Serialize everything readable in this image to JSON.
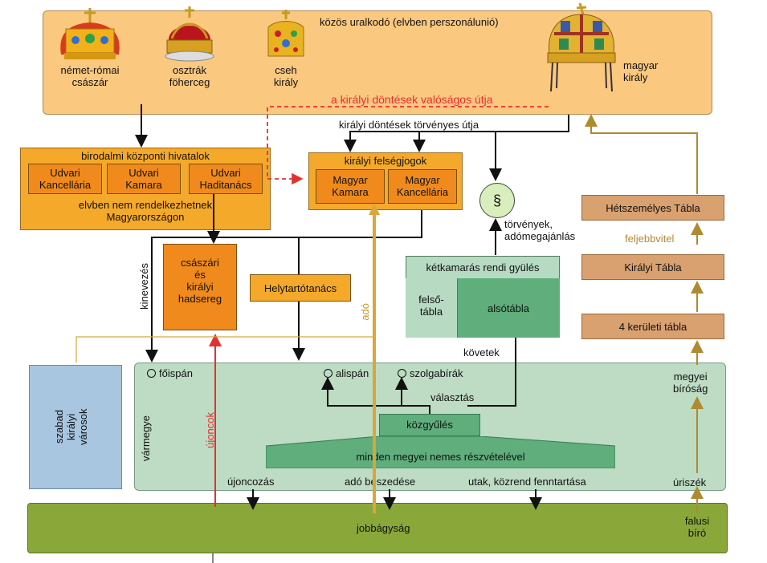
{
  "colors": {
    "top_panel": "#fbc880",
    "orange_box": "#f5a92a",
    "dark_orange": "#f08a1c",
    "county_panel": "#bddcc3",
    "peasant_bar": "#8aa83a",
    "red_arrow": "#e53030",
    "gold_arrow": "#d8a63a",
    "city_box": "#a8c6e0"
  },
  "top": {
    "common_ruler": "közös uralkodó (elvben perszonálunió)",
    "crown1": {
      "icon": "imperial-crown-icon",
      "label": "német-római\ncsászár"
    },
    "crown2": {
      "icon": "archducal-hat-icon",
      "label": "osztrák\nföherceg"
    },
    "crown3": {
      "icon": "bohemian-crown-icon",
      "label": "cseh\nkirály"
    },
    "crown4": {
      "icon": "holy-crown-icon",
      "label": "magyar\nkirály"
    },
    "real_path": "a királyi döntések valóságos útja",
    "legal_path": "királyi döntések törvényes útja"
  },
  "imperial": {
    "title": "birodalmi központi hivatalok",
    "offices": [
      "Udvari\nKancellária",
      "Udvari\nKamara",
      "Udvari\nHaditanács"
    ],
    "note": "elvben nem rendelkezhetnek\nMagyarországon"
  },
  "royal": {
    "title": "királyi felségjogok",
    "offices": [
      "Magyar\nKamara",
      "Magyar\nKancellária"
    ]
  },
  "law_symbol": "§",
  "laws_label": "törvények,\nadómegajánlás",
  "army": "császári\nés\nkirályi\nhadsereg",
  "council": "Helytartótanács",
  "diet": {
    "title": "kétkamarás rendi gyülés",
    "upper": "felső-\ntábla",
    "lower": "alsótábla"
  },
  "envoys": "követek",
  "courts": {
    "top": "Hétszemélyes Tábla",
    "appeal": "feljebbvitel",
    "royal": "Királyi Tábla",
    "district": "4 kerületi tábla",
    "county_court": "megyei\nbíróság",
    "manor_court": "úriszék",
    "village_judge": "falusi\nbíró"
  },
  "labels": {
    "appointment": "kinevezés",
    "tax": "adó",
    "recruits": "újoncok"
  },
  "cities": "szabad\nkirályi\nvárosok",
  "county": {
    "name": "vármegye",
    "ispan": "főispán",
    "alispan": "alispán",
    "szolgabirak": "szolgabírák",
    "election": "választás",
    "assembly": "közgyűlés",
    "nobles": "minden megyei nemes részvételével",
    "duties": [
      "újoncozás",
      "adó beszedése",
      "utak, közrend fenntartása"
    ]
  },
  "peasantry": "jobbágyság"
}
